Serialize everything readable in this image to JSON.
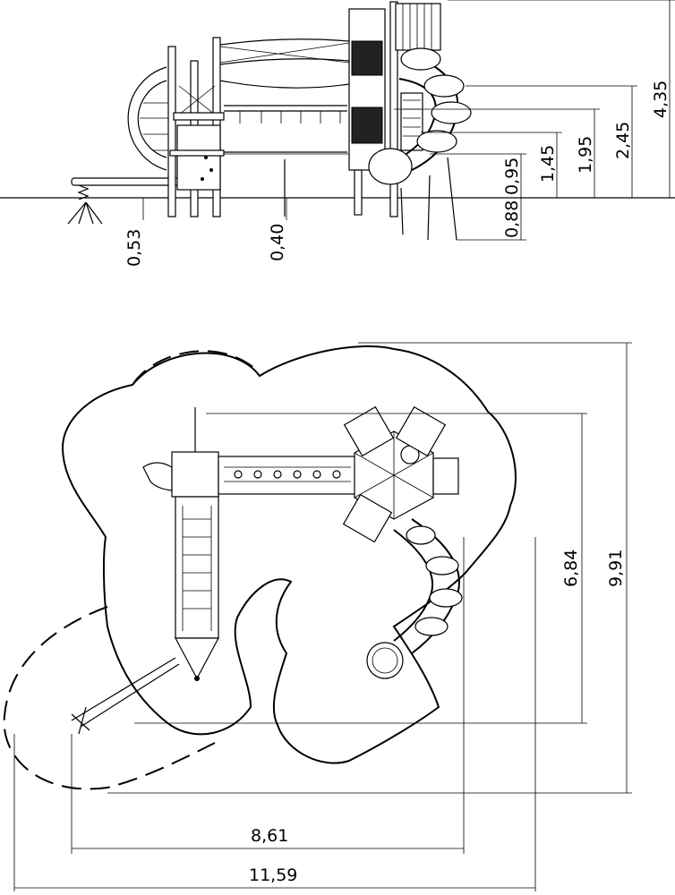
{
  "elevation": {
    "dimensions": {
      "d_053": "0,53",
      "d_040": "0,40",
      "d_088": "0,88",
      "d_095": "0,95",
      "d_145": "1,45",
      "d_195": "1,95",
      "d_245": "2,45",
      "d_435": "4,35"
    }
  },
  "plan": {
    "dimensions": {
      "d_684": "6,84",
      "d_991": "9,91",
      "d_861": "8,61",
      "d_1159": "11,59"
    }
  }
}
